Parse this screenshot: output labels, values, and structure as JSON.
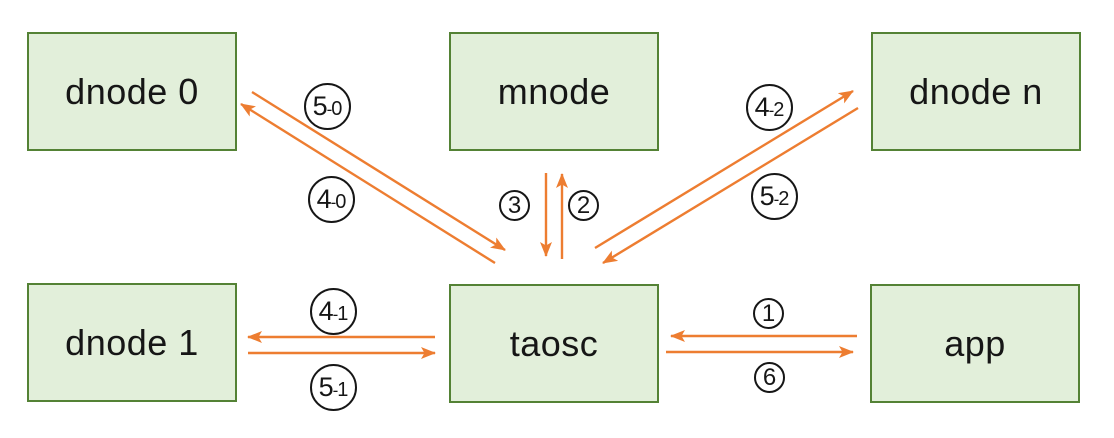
{
  "colors": {
    "background": "#ffffff",
    "box_fill": "#e2efda",
    "box_border": "#548235",
    "arrow": "#ed7d31",
    "ink": "#161616"
  },
  "nodes": {
    "dnode0": "dnode 0",
    "mnode": "mnode",
    "dnoden": "dnode n",
    "dnode1": "dnode 1",
    "taosc": "taosc",
    "app": "app"
  },
  "labels": {
    "l50": {
      "a": "5",
      "sep": "-",
      "b": "0"
    },
    "l40": {
      "a": "4",
      "sep": "-",
      "b": "0"
    },
    "l42": {
      "a": "4",
      "sep": "-",
      "b": "2"
    },
    "l52": {
      "a": "5",
      "sep": "-",
      "b": "2"
    },
    "l41": {
      "a": "4",
      "sep": "-",
      "b": "1"
    },
    "l51": {
      "a": "5",
      "sep": "-",
      "b": "1"
    },
    "l3": {
      "a": "3"
    },
    "l2": {
      "a": "2"
    },
    "l1": {
      "a": "1"
    },
    "l6": {
      "a": "6"
    }
  }
}
